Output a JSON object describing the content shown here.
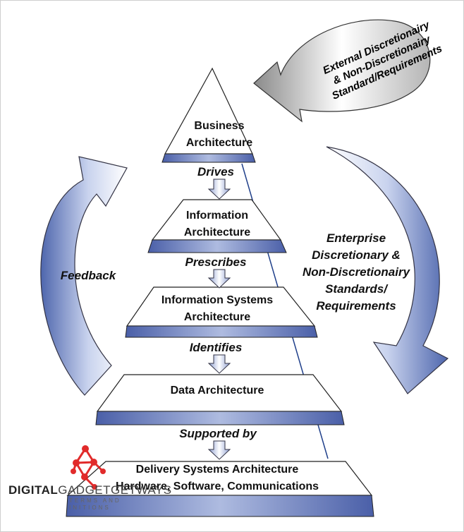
{
  "tiers": [
    {
      "line1": "Business",
      "line2": "Architecture"
    },
    {
      "line1": "Information",
      "line2": "Architecture"
    },
    {
      "line1": "Information Systems",
      "line2": "Architecture"
    },
    {
      "line1": "Data Architecture",
      "line2": ""
    },
    {
      "line1": "Delivery Systems Architecture",
      "line2": "Hardware, Software, Communications"
    }
  ],
  "verbs": [
    "Drives",
    "Prescribes",
    "Identifies",
    "Supported by"
  ],
  "feedback_label": "Feedback",
  "external_label": {
    "line1": "External Discretionairy",
    "line2": "& Non-Discretionairy",
    "line3": "Standard/Requirements"
  },
  "enterprise_label": {
    "line1": "Enterprise",
    "line2": "Discretionary &",
    "line3": "Non-Discretionairy",
    "line4": "Standards/",
    "line5": "Requirements"
  },
  "watermark": {
    "brand_bold": "DIGITAL",
    "brand_thin": "GADGETGETWAYS",
    "tagline1": "TERMS AND",
    "tagline2": "INITIONS",
    "accent_color": "#e02020"
  },
  "colors": {
    "band_dark": "#4a5fa8",
    "band_light": "#ffffff",
    "arrow_light": "#ffffff",
    "arrow_dark": "#5b73b6"
  }
}
